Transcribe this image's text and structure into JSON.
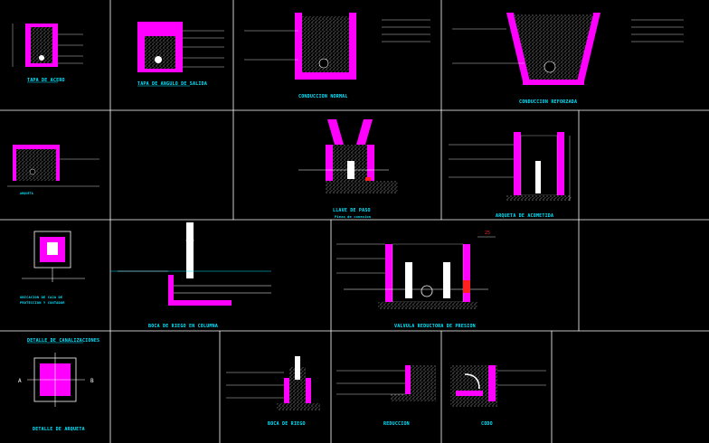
{
  "sheet": {
    "background": "#000000",
    "colors": {
      "title": "#00e5ff",
      "walls": "#ff00ff",
      "lines": "#ffffff",
      "accent": "#ff2020"
    }
  },
  "captions": {
    "tapa_acero": "TAPA DE ACERO",
    "tapa_angulo": "TAPA DE ANGULO DE SALIDA",
    "conduccion_normal": "CONDUCCION NORMAL",
    "conduccion_reforzada": "CONDUCCION REFORZADA",
    "llave_paso": "LLAVE DE PASO",
    "llave_paso_sub": "Pieza de conexion",
    "arqueta_acometida": "ARQUETA DE ACOMETIDA",
    "boca_riego_columna": "BOCA DE RIEGO EN COLUMNA",
    "valvula_reductora": "VALVULA REDUCTORA DE PRESION",
    "detalle_canalizaciones": "DETALLE DE CANALIZACIONES",
    "detalle_arqueta": "DETALLE DE ARQUETA",
    "boca_riego": "BOCA DE RIEGO",
    "reduccion": "REDUCCION",
    "codo": "CODO",
    "section_a": "A",
    "section_b": "B",
    "dim_25": "25"
  }
}
